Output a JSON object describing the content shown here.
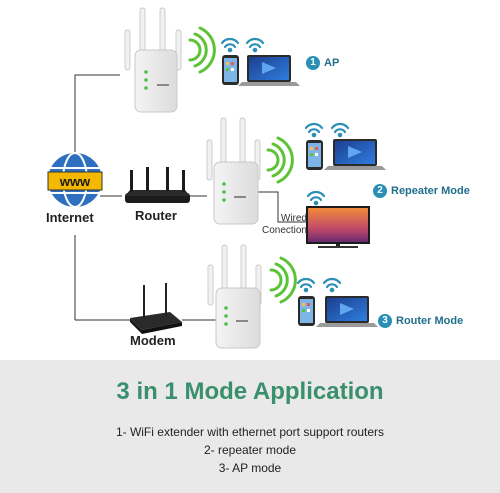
{
  "labels": {
    "internet": "Internet",
    "www": "www",
    "router": "Router",
    "modem": "Modem",
    "wired_line1": "Wired",
    "wired_line2": "Conection"
  },
  "modes": [
    {
      "num": "1",
      "label": "AP"
    },
    {
      "num": "2",
      "label": "Repeater Mode"
    },
    {
      "num": "3",
      "label": "Router Mode"
    }
  ],
  "banner": {
    "title": "3 in 1 Mode Application",
    "features": [
      "1- WiFi extender with ethernet port support routers",
      "2- repeater mode",
      "3- AP mode"
    ]
  },
  "colors": {
    "wifi_green": "#5cc337",
    "accent_blue": "#2a8fb5",
    "title_green": "#3a8f6e",
    "banner_bg": "#e9e9e9"
  },
  "icons": [
    "globe-icon",
    "router-icon",
    "modem-icon",
    "extender-icon",
    "wifi-icon",
    "phone-icon",
    "laptop-icon",
    "tv-icon"
  ]
}
